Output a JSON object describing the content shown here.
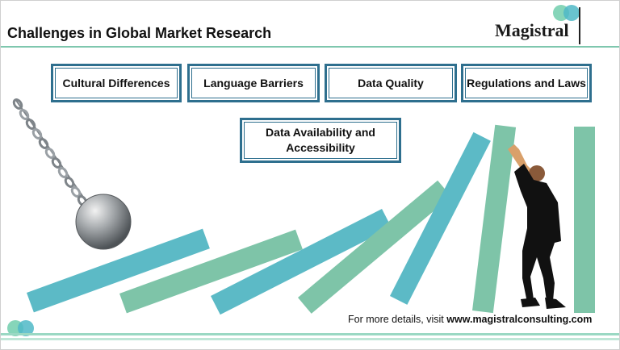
{
  "header": {
    "title": "Challenges in Global Market Research",
    "brand": "Magistral"
  },
  "challenges": [
    "Cultural Differences",
    "Language Barriers",
    "Data Quality",
    "Regulations and Laws",
    "Data Availability and Accessibility"
  ],
  "footer": {
    "prefix": "For more details, visit ",
    "link": "www.magistralconsulting.com"
  },
  "colors": {
    "teal": "#5cbac6",
    "green": "#7ec4a8",
    "box_border": "#2e6f8e",
    "logo_teal": "#4fb8c7",
    "logo_green": "#7fd3b5"
  },
  "icons": [
    "wrecking-ball-icon",
    "chain-icon",
    "man-pushing-icon",
    "logo-circles-icon"
  ]
}
